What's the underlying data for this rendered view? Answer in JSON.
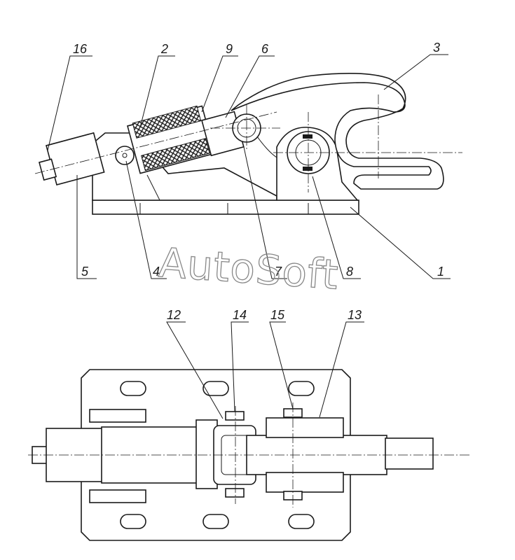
{
  "watermark": "AutoSoft",
  "callouts": [
    "16",
    "2",
    "9",
    "6",
    "3",
    "5",
    "4",
    "7",
    "8",
    "1",
    "12",
    "14",
    "15",
    "13"
  ]
}
